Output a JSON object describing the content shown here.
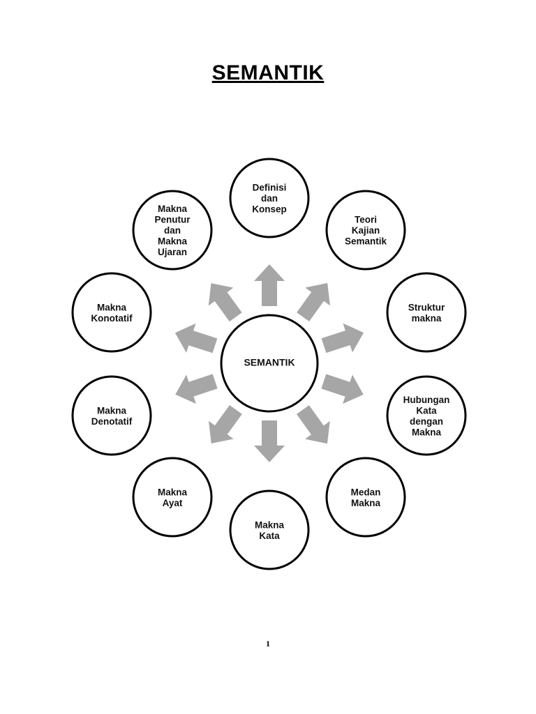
{
  "title": "SEMANTIK",
  "center": {
    "label": "SEMANTIK"
  },
  "nodes": [
    {
      "id": "definisi-dan-konsep",
      "lines": [
        "Definisi",
        "dan",
        "Konsep"
      ]
    },
    {
      "id": "teori-kajian-semantik",
      "lines": [
        "Teori",
        "Kajian",
        "Semantik"
      ]
    },
    {
      "id": "struktur-makna",
      "lines": [
        "Struktur",
        "makna"
      ]
    },
    {
      "id": "hubungan-kata-dengan-makna",
      "lines": [
        "Hubungan",
        "Kata",
        "dengan",
        "Makna"
      ]
    },
    {
      "id": "medan-makna",
      "lines": [
        "Medan",
        "Makna"
      ]
    },
    {
      "id": "makna-kata",
      "lines": [
        "Makna",
        "Kata"
      ]
    },
    {
      "id": "makna-ayat",
      "lines": [
        "Makna",
        "Ayat"
      ]
    },
    {
      "id": "makna-denotatif",
      "lines": [
        "Makna",
        "Denotatif"
      ]
    },
    {
      "id": "makna-konotatif",
      "lines": [
        "Makna",
        "Konotatif"
      ]
    },
    {
      "id": "makna-penutur-dan-makna-ujaran",
      "lines": [
        "Makna",
        "Penutur",
        "dan",
        "Makna",
        "Ujaran"
      ]
    }
  ],
  "page_number": "1",
  "colors": {
    "arrow": "#a6a6a6",
    "stroke": "#000000"
  }
}
